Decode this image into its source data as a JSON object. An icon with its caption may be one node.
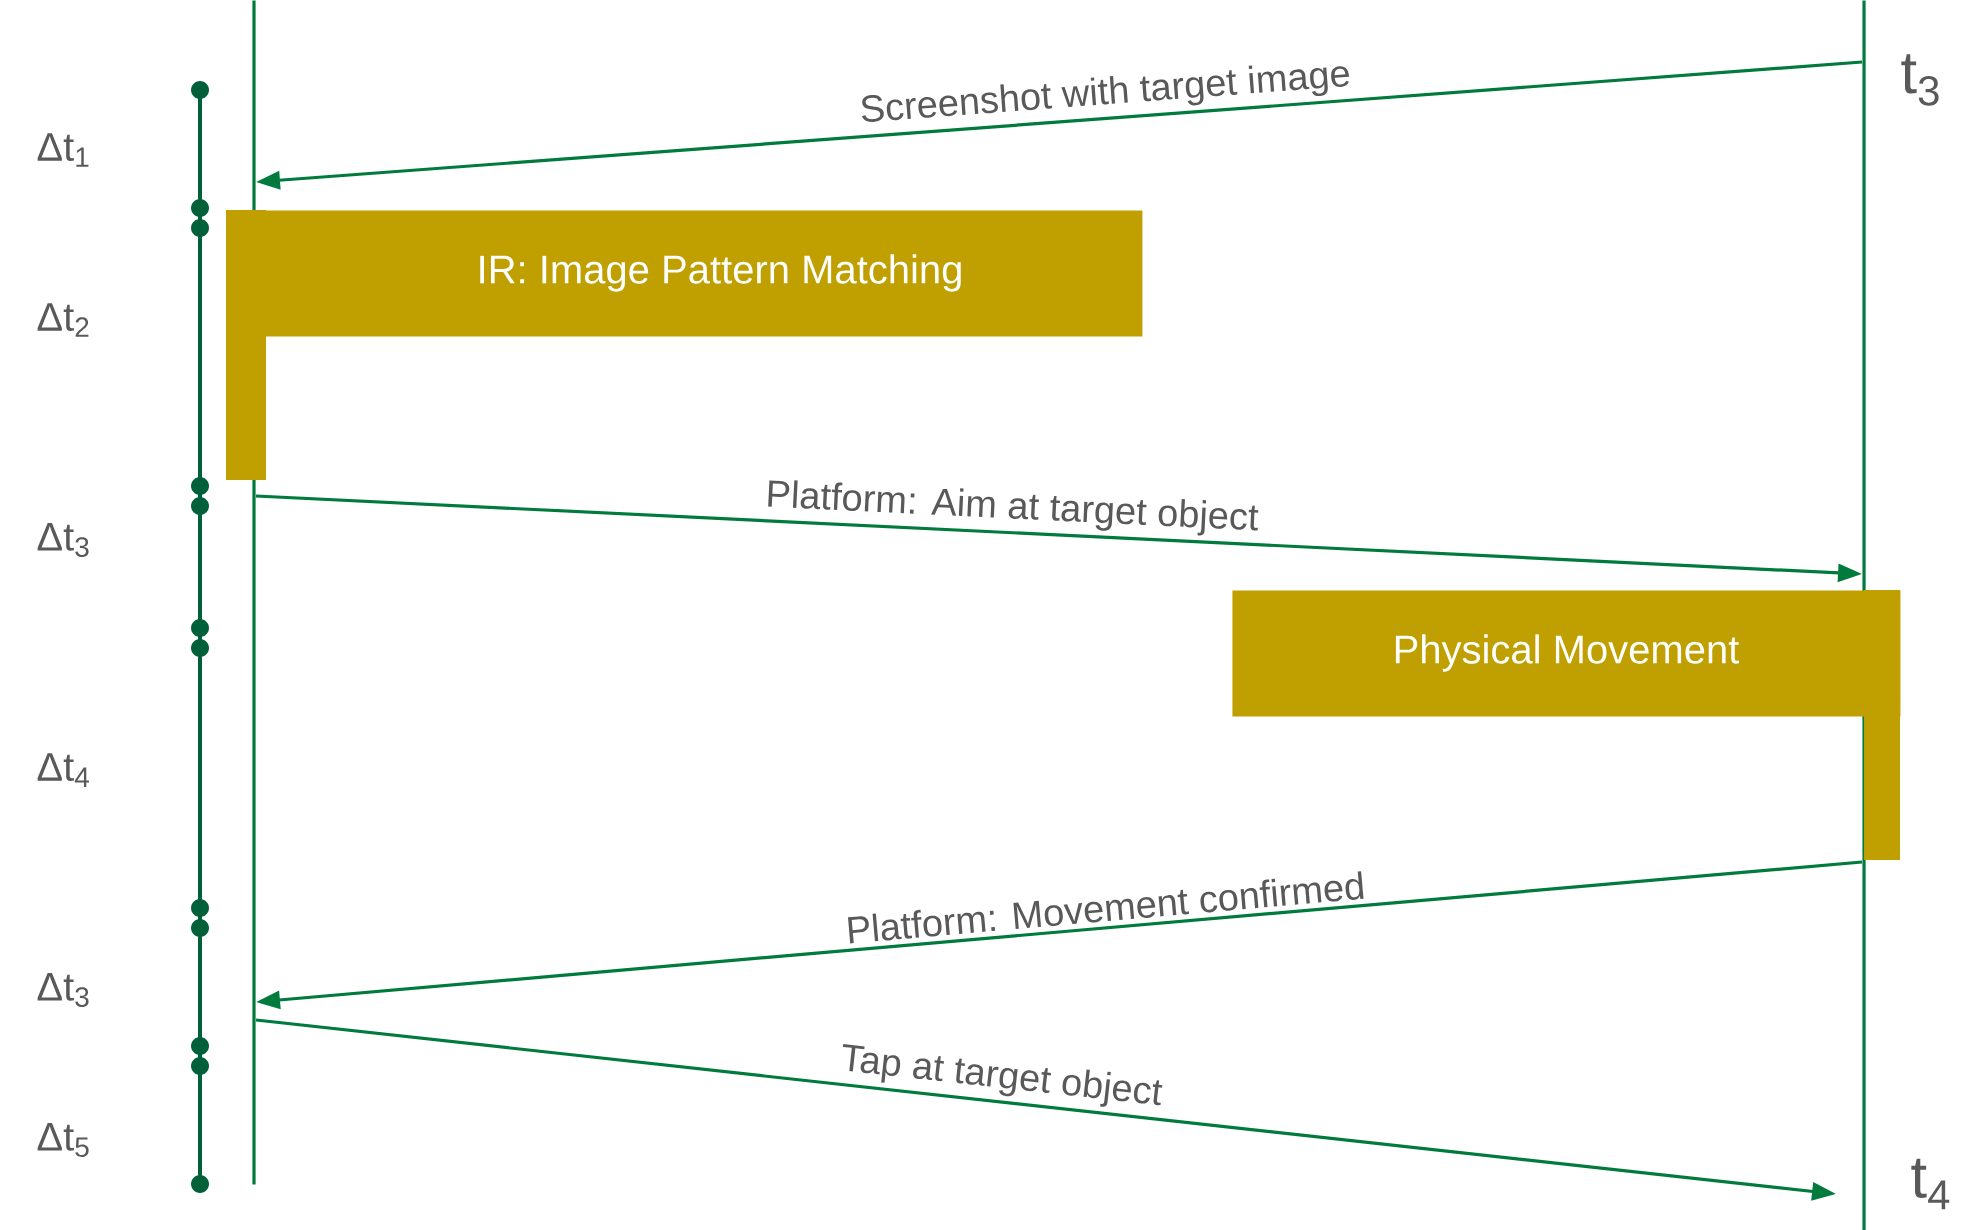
{
  "diagram": {
    "nodes": [
      {
        "text": [],
        "shape": "bar"
      },
      {
        "text": [],
        "shape": "bar",
        "beside": [
          "t$_{3}$",
          "t$_{4}$"
        ]
      },
      {
        "text": [
          "IR: Image Pattern Matching"
        ]
      },
      {
        "text": [
          "Physical Movement"
        ]
      }
    ],
    "edges": [
      {
        "from": 1,
        "to": 0,
        "arrow": "to",
        "label": "Screenshot with target image"
      },
      {
        "from": 0,
        "to": 1,
        "arrow": "to",
        "label": "Platform: Aim at target object"
      },
      {
        "from": 1,
        "to": 0,
        "arrow": "to",
        "label": "Platform: Movement confirmed"
      },
      {
        "from": 0,
        "to": 1,
        "arrow": "to",
        "label": "Tap at target object"
      }
    ],
    "labels": [
      "Δt$_{1}$",
      "Δt$_{2}$",
      "Δt$_{3}$",
      "Δt$_{4}$",
      "Δt$_{3}$",
      "Δt$_{5}$"
    ]
  }
}
